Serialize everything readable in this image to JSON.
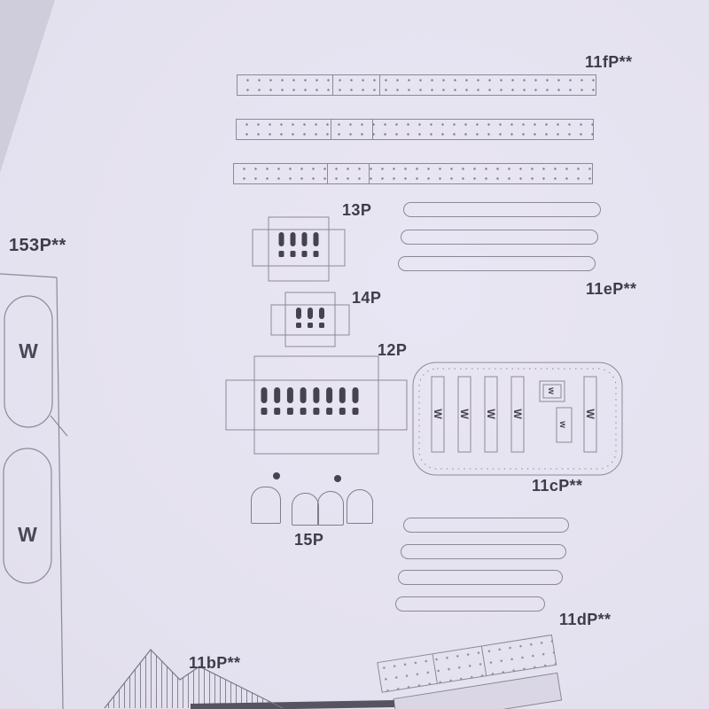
{
  "colors": {
    "background": "#cfccdb",
    "paper": "#e4e1ef",
    "line": "#8b8999",
    "slot": "#45434f",
    "text": "#3d3c48"
  },
  "labels": {
    "p11f": "11fP**",
    "p13": "13P",
    "p11e": "11eP**",
    "p14": "14P",
    "p12": "12P",
    "p153": "153P**",
    "p11c": "11cP**",
    "p15": "15P",
    "p11d": "11dP**",
    "p11b": "11bP**"
  },
  "marks": {
    "w": "W",
    "w_small": "w"
  }
}
